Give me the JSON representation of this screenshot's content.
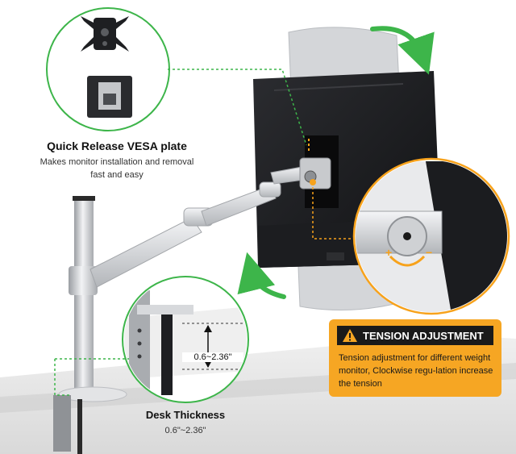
{
  "vesa": {
    "title": "Quick Release VESA plate",
    "description": "Makes monitor installation and removal fast and easy"
  },
  "desk": {
    "title": "Desk Thickness",
    "range": "0.6\"~2.36\"",
    "callout_range": "0.6~2.36\""
  },
  "tension": {
    "title": "TENSION ADJUSTMENT",
    "description": "Tension adjustment for different weight monitor, Clockwise regu-lation increase the tension",
    "icon": "warning-icon"
  },
  "colors": {
    "accent_green": "#3db54a",
    "tension_orange": "#f6a623",
    "tension_header": "#1a1a1a",
    "callout_orange": "#f7a21b"
  }
}
